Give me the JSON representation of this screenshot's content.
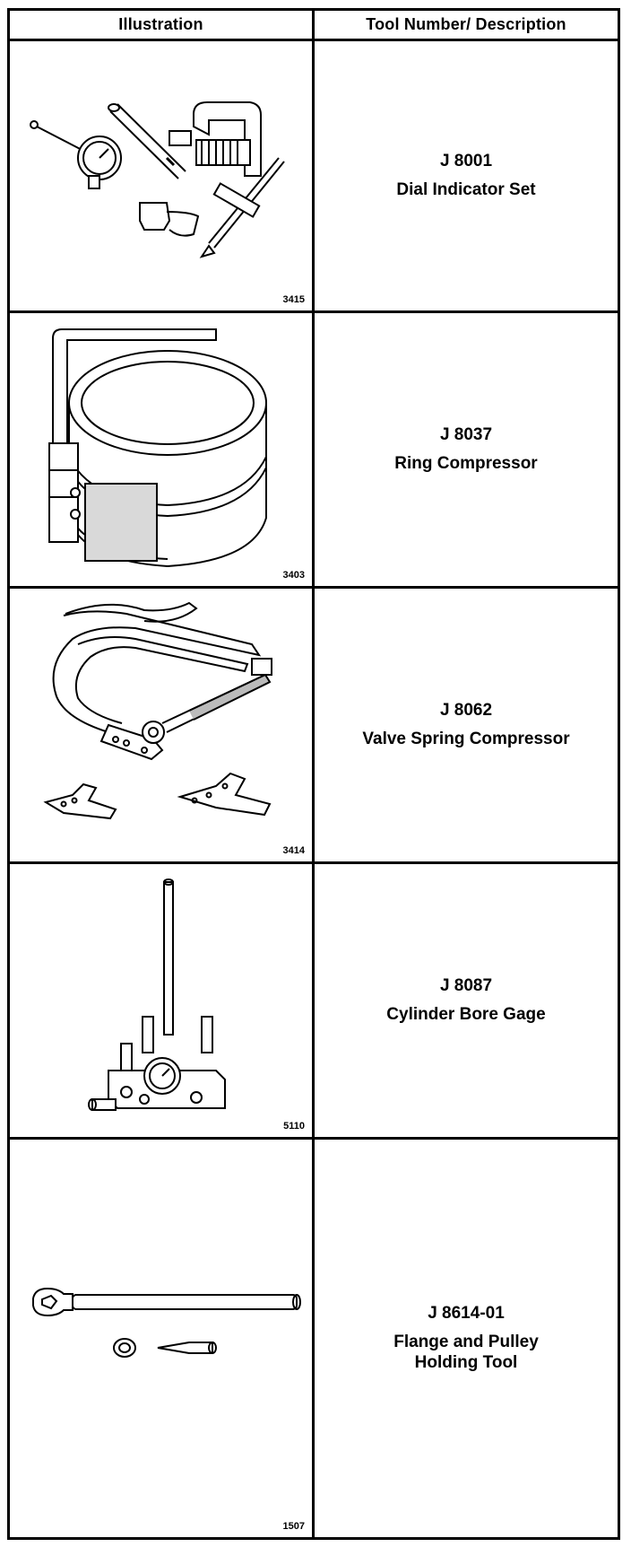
{
  "table": {
    "headers": {
      "illustration": "Illustration",
      "description": "Tool Number/ Description"
    },
    "rows": [
      {
        "figure_number": "3415",
        "tool_number": "J 8001",
        "description_lines": [
          "Dial Indicator Set"
        ],
        "illustration_icon": "dial-indicator-set-icon"
      },
      {
        "figure_number": "3403",
        "tool_number": "J 8037",
        "description_lines": [
          "Ring Compressor"
        ],
        "illustration_icon": "ring-compressor-icon"
      },
      {
        "figure_number": "3414",
        "tool_number": "J 8062",
        "description_lines": [
          "Valve Spring Compressor"
        ],
        "illustration_icon": "valve-spring-compressor-icon"
      },
      {
        "figure_number": "5110",
        "tool_number": "J 8087",
        "description_lines": [
          "Cylinder Bore Gage"
        ],
        "illustration_icon": "cylinder-bore-gage-icon"
      },
      {
        "figure_number": "1507",
        "tool_number": "J 8614-01",
        "description_lines": [
          "Flange and Pulley",
          "Holding Tool"
        ],
        "illustration_icon": "flange-pulley-holding-tool-icon"
      }
    ]
  }
}
